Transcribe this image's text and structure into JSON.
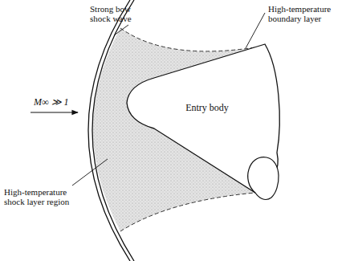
{
  "diagram": {
    "nodes": [
      {
        "text": [
          "Entry body"
        ]
      }
    ],
    "labels": [
      "Strong bow shock wave",
      "High-temperature boundary layer",
      "M∞ ≫ 1",
      "High-temperature shock layer region"
    ]
  }
}
